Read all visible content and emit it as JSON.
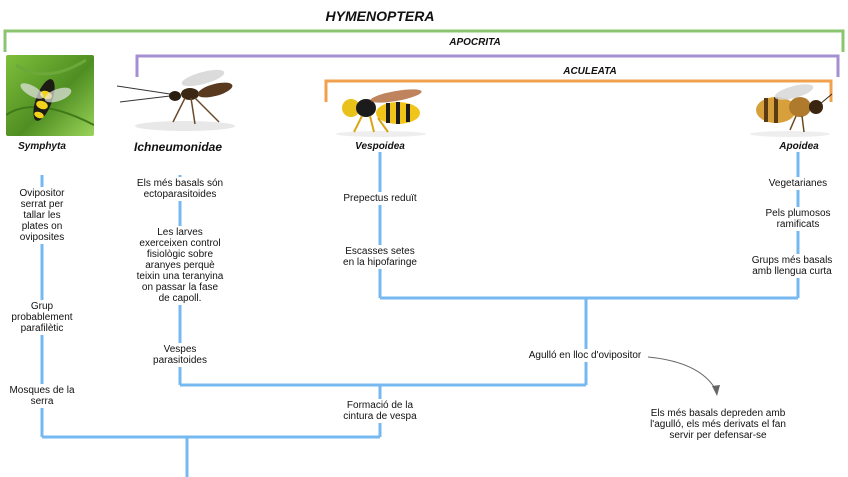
{
  "title": "HYMENOPTERA",
  "clades": {
    "apocrita": "APOCRITA",
    "aculeata": "ACULEATA"
  },
  "taxa": {
    "symphyta": "Symphyta",
    "ichneumonidae": "Ichneumonidae",
    "vespoidea": "Vespoidea",
    "apoidea": "Apoidea"
  },
  "symphyta_traits": {
    "ovipositor": "Ovipositor\nserrat per\ntallar les\nplates on\noviposites",
    "group": "Grup\nprobablement\nparafilètic",
    "sawflies": "Mosques de la\nserra"
  },
  "ichneumonidae_traits": {
    "basal": "Els més basals són\nectoparasitoides",
    "larvae": "Les larves\nexerceixen control\nfisiològic sobre\naranyes perquè\nteixin una teranyina\non passar la fase\nde capoll.",
    "wasps": "Vespes\nparasitoides"
  },
  "vespoidea_traits": {
    "prepectus": "Prepectus reduït",
    "setae": "Escasses setes\nen la hipofaringe"
  },
  "apoidea_traits": {
    "vegetarians": "Vegetarianes",
    "hairs": "Pels plumosos\nramificats",
    "basal": "Grups més basals\namb llengua curta"
  },
  "shared_traits": {
    "sting": "Agulló en lloc d'ovipositor",
    "waist": "Formació de la\ncintura de vespa",
    "sting_note": "Els més basals depreden amb\nl'agulló, els més derivats el fan\nservir per defensar-se"
  },
  "colors": {
    "hymenoptera_bracket": "#8cc56f",
    "apocrita_bracket": "#a48fd0",
    "aculeata_bracket": "#f0a14e",
    "branches": "#76b8f0",
    "arrow": "#666666"
  }
}
